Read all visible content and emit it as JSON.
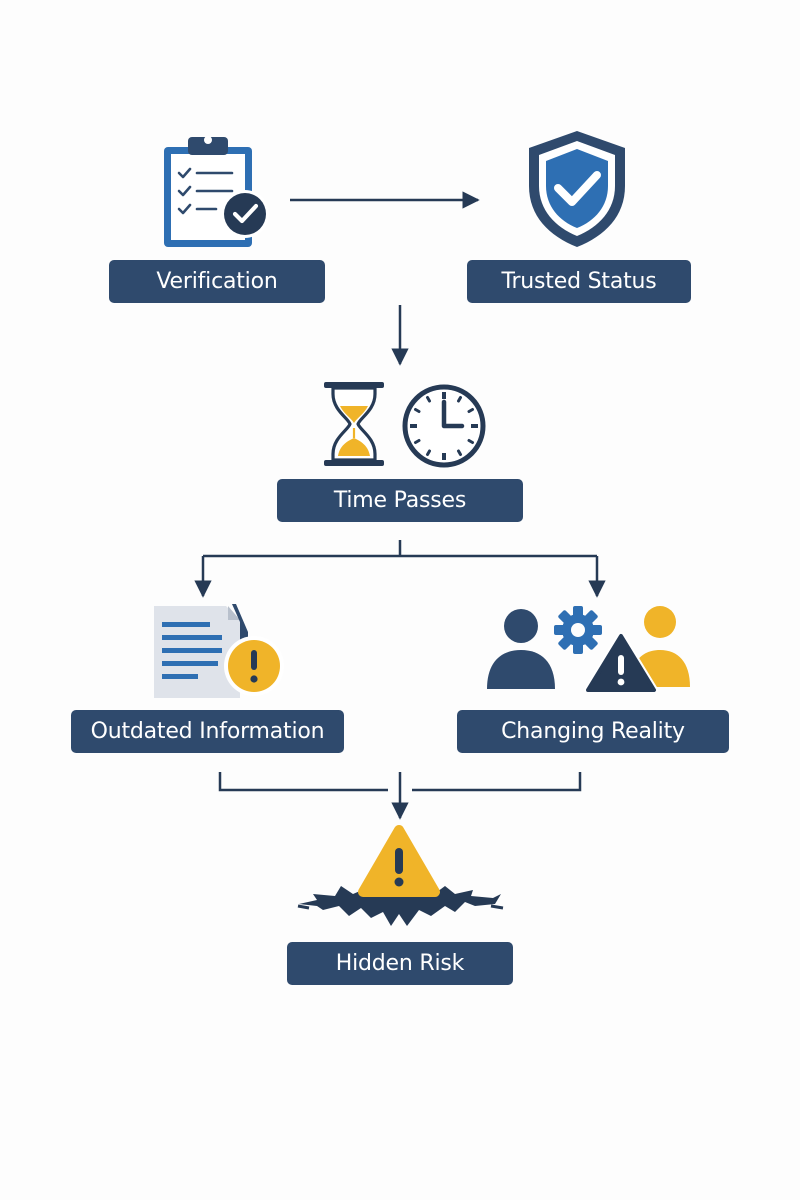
{
  "colors": {
    "navy": "#2f4a6d",
    "blue": "#2e6fb3",
    "amber": "#f0b429",
    "dark": "#263a55",
    "paper": "#dfe3ea"
  },
  "nodes": {
    "verification": {
      "label": "Verification",
      "icon": "clipboard-check-icon"
    },
    "trusted_status": {
      "label": "Trusted Status",
      "icon": "shield-check-icon"
    },
    "time_passes": {
      "label": "Time Passes",
      "icons": [
        "hourglass-icon",
        "clock-icon"
      ]
    },
    "outdated_information": {
      "label": "Outdated Information",
      "icon": "document-warning-icon"
    },
    "changing_reality": {
      "label": "Changing Reality",
      "icons": [
        "people-icon",
        "gear-icon",
        "warning-icon"
      ]
    },
    "hidden_risk": {
      "label": "Hidden Risk",
      "icon": "cracked-ground-warning-icon"
    }
  }
}
